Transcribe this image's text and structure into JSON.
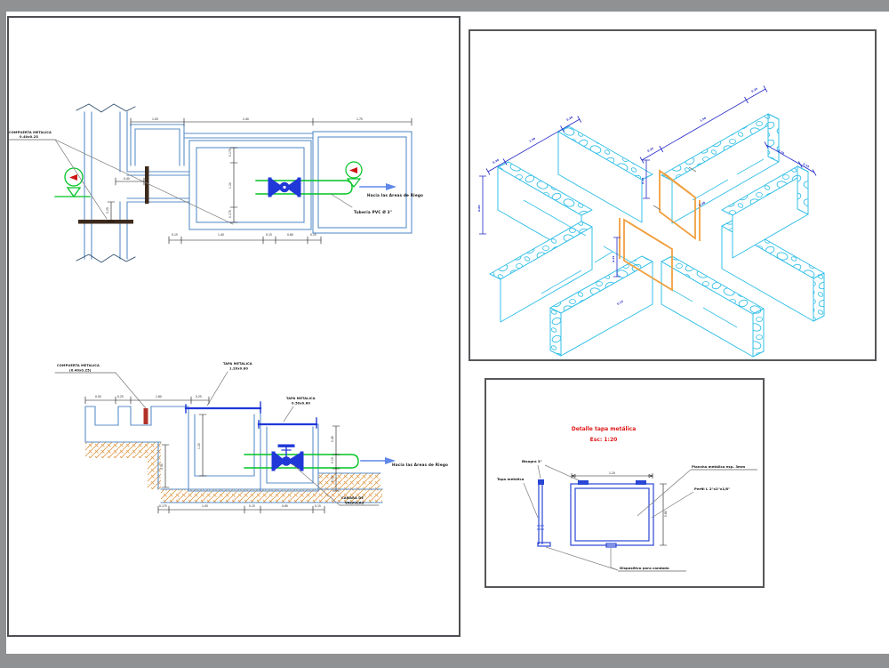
{
  "colors": {
    "canvas_bg": "#8f9193",
    "paper": "#ffffff",
    "panel_border": "#4d4f52",
    "wall_blue": "#5b8fc9",
    "bright_blue": "#2038d8",
    "pipe_green": "#00c424",
    "arrow_blue": "#5f87e8",
    "gate_red": "#b03028",
    "gate_dark": "#3c2a1c",
    "hatch_orange": "#e09a4a",
    "iso_cyan": "#35c0e8",
    "iso_dim_blue": "#2429c8",
    "iso_gate_orange": "#f0a040",
    "title_red": "#e01818",
    "leader_gray": "#7a7a7a"
  },
  "plan_view": {
    "gate_label_line1": "COMPUERTA METALICA",
    "gate_label_line2": "0.40x0.25",
    "flow_label": "Hacia las Areas de Riego",
    "pipe_label": "Tuberia PVC Ø 3\"",
    "dims_top": [
      "1.00",
      "2.40",
      "1.75"
    ],
    "dims_bottom": [
      "0.15",
      "1.40",
      "0.15",
      "0.60",
      "0.15"
    ],
    "dims_left": [
      "0.175",
      "1.20",
      "0.175"
    ],
    "dim_gate": "0.40",
    "dim_small": "0.25"
  },
  "section_view": {
    "gate_label_line1": "COMPUERTA METALICA",
    "gate_label_line2": "(0.40x0.25)",
    "tapa_large_line1": "TAPA METALICA",
    "tapa_large_line2": "1.20x0.80",
    "tapa_small_line1": "TAPA METALICA",
    "tapa_small_line2": "0.50x0.60",
    "flow_label": "Hacia las Areas de Riego",
    "chamber_label_line1": "CAMARA DE",
    "chamber_label_line2": "VALVULAS",
    "dims_top": [
      "0.50",
      "0.25",
      "1.60",
      "0.25"
    ],
    "dims_bottom": [
      "0.175",
      "1.00",
      "0.15",
      "0.60",
      "0.15"
    ],
    "dims_right": [
      "0.45",
      "0.15",
      "0.25"
    ],
    "dim_depth": "1.20",
    "dim_step": "0.50"
  },
  "iso_view": {
    "dims_left_chain": [
      "0.20",
      "1.50",
      "0.20"
    ],
    "dims_right_chain": [
      "0.25",
      "1.50",
      "0.25"
    ],
    "dims_far_chain": [
      "0.70",
      "0.15"
    ],
    "dim_height": "0.80",
    "dim_gate1": "0.45",
    "dim_gate2": "0.45",
    "dim_small1": "0.15",
    "dim_small2": "0.20"
  },
  "detail_panel": {
    "title_line1": "Detalle tapa metálica",
    "title_line2": "Esc: 1:20",
    "label_bisagra": "Bisagra 3\"",
    "label_tapa": "Tapa metálica",
    "label_plancha": "Plancha metálica esp. 3mm",
    "label_perfil": "Perfil L 2\"x2\"x1/8\"",
    "label_candado": "Dispositivo para candado",
    "dim_width": "1.20",
    "dim_height": "0.80"
  }
}
